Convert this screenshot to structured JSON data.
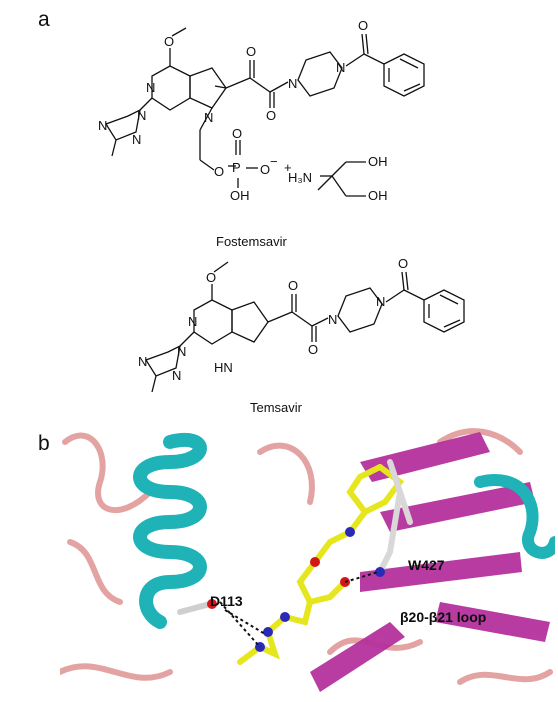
{
  "panels": {
    "a": "a",
    "b": "b"
  },
  "compounds": {
    "fostemsavir": {
      "name": "Fostemsavir",
      "atoms": {
        "o_methoxy": "O",
        "n_pyridine": "N",
        "n_pyrrole": "N",
        "o_keto1": "O",
        "o_keto2": "O",
        "n_pip1": "N",
        "n_pip2": "N",
        "o_benzoyl": "O",
        "n_tz1": "N",
        "n_tz2": "N",
        "n_tz3": "N",
        "o_link": "O",
        "p": "P",
        "o_p_top": "O",
        "o_minus": "O",
        "minus_sign": "−",
        "oh_p": "OH",
        "tris_amine": "H₃N",
        "plus": "+",
        "oh1": "OH",
        "oh2": "OH"
      }
    },
    "temsavir": {
      "name": "Temsavir",
      "atoms": {
        "o_methoxy": "O",
        "n_pyridine": "N",
        "nh": "HN",
        "o_keto1": "O",
        "o_keto2": "O",
        "n_pip1": "N",
        "n_pip2": "N",
        "o_benzoyl": "O",
        "n_tz1": "N",
        "n_tz2": "N",
        "n_tz3": "N"
      }
    }
  },
  "residues": {
    "d113": "D113",
    "w427": "W427",
    "loop": "β20-β21 loop"
  },
  "colors": {
    "helix": "#1fb3b8",
    "sheet": "#b5319e",
    "coil": "#e4a3a3",
    "ligand": "#e6e61e",
    "nitrogen": "#2a2ab8",
    "oxygen": "#d01818",
    "trp": "#d8d8d8"
  }
}
